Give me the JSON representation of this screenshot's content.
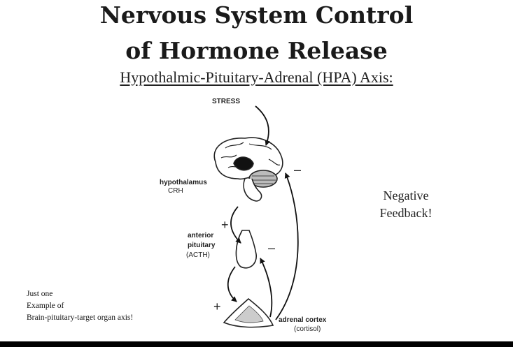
{
  "title": {
    "line1": "Nervous System Control",
    "line2": "of Hormone Release"
  },
  "subtitle": "Hypothalmic-Pituitary-Adrenal (HPA) Axis:",
  "diagram": {
    "stress": "STRESS",
    "hypothalamus": "hypothalamus",
    "crh": "CRH",
    "anterior": "anterior",
    "pituitary": "pituitary",
    "acth": "(ACTH)",
    "adrenal_cortex": "adrenal cortex",
    "cortisol": "(cortisol)",
    "plus": "+",
    "minus": "–"
  },
  "negative_feedback": {
    "line1": "Negative",
    "line2": "Feedback!"
  },
  "note": {
    "line1": "Just one",
    "line2": "Example of",
    "line3": "Brain-pituitary-target organ axis!"
  }
}
